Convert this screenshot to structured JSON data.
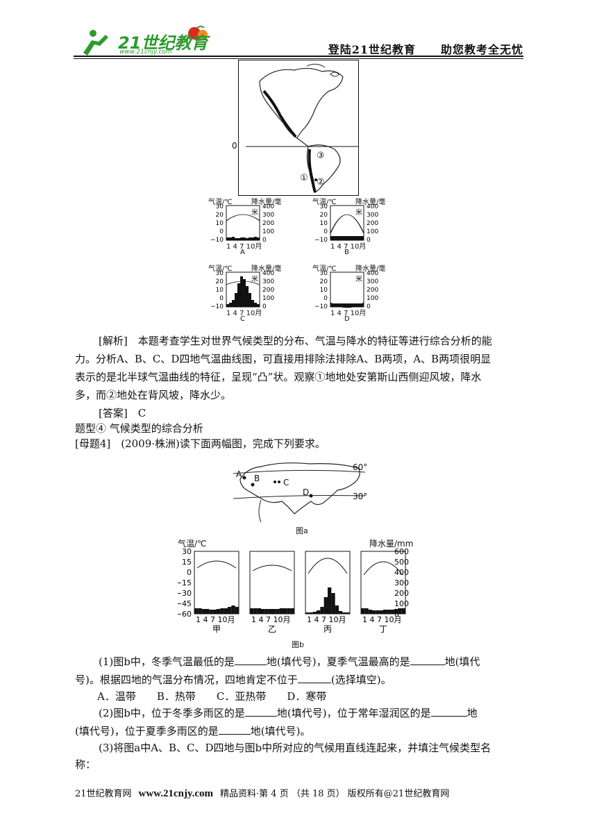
{
  "header": {
    "logo_text": "21世纪教育",
    "logo_url": "www.21cnjy.com",
    "slogan_left": "登陆21世纪教育",
    "slogan_right": "助您教考全无忧"
  },
  "fig1": {
    "map_labels": {
      "equator": "0",
      "p1": "①",
      "p2": "②",
      "p3": "③"
    },
    "left_axis_title": "气温/℃",
    "right_axis_title": "降水量/毫米",
    "left_ticks": [
      "30",
      "20",
      "10",
      "0",
      "−10"
    ],
    "right_ticks": [
      "400",
      "300",
      "200",
      "100",
      "0"
    ],
    "months": "1 4 7 10月",
    "charts": [
      "A",
      "B",
      "C",
      "D"
    ]
  },
  "analysis": {
    "line1": "[解析]　本题考查学生对世界气候类型的分布、气温与降水的特征等进行综合分析的能",
    "line2": "力。分析A、B、C、D四地气温曲线图，可直接用排除法排除A、B两项，A、B两项很明显",
    "line3": "表示的是北半球气温曲线的特征，呈现“凸”状。观察①地地处安第斯山西侧迎风坡，降水",
    "line4": "多，而②地处在背风坡，降水少。",
    "answer": "[答案]　C"
  },
  "section": {
    "heading": "题型④  气候类型的综合分析",
    "question": "[母题4]　(2009·株洲)读下面两幅图，完成下列要求。"
  },
  "fig_a": {
    "labels": {
      "a": "A",
      "b": "B",
      "c": "C",
      "d": "D",
      "lat60": "60°",
      "lat30": "30°"
    },
    "caption": "图a"
  },
  "fig_b": {
    "left_axis_title": "气温/℃",
    "right_axis_title": "降水量/mm",
    "left_ticks": [
      "30",
      "15",
      "0",
      "−15",
      "−30",
      "−45",
      "−60"
    ],
    "right_ticks": [
      "600",
      "500",
      "400",
      "300",
      "200",
      "100",
      "0"
    ],
    "months": "1 4 7 10月",
    "panels": [
      "甲",
      "乙",
      "丙",
      "丁"
    ],
    "caption": "图b"
  },
  "questions": {
    "q1_a": "(1)图b中，冬季气温最低的是",
    "q1_b": "地(填代号)，夏季气温最高的是",
    "q1_c": "地(填代",
    "q1_d": "号)。根据四地的气温分布情况，四地肯定不位于",
    "q1_e": "(选择填空)。",
    "options": "A．温带　　B．热带　　C．亚热带　　D．寒带",
    "q2_a": "(2)图b中，位于冬季多雨区的是",
    "q2_b": "地(填代号)，位于常年湿润区的是",
    "q2_c": "地",
    "q2_d": "(填代号)，位于夏季多雨区的是",
    "q2_e": "地(填代号)。",
    "q3_a": "(3)将图a中A、B、C、D四地与图b中所对应的气候用直线连起来，并填注气候类型名",
    "q3_b": "称："
  },
  "footer": {
    "site": "21世纪教育网",
    "url": "www.21cnjy.com",
    "info": "精品资料·第 4 页 （共 18 页） 版权所有@21世纪教育网"
  }
}
